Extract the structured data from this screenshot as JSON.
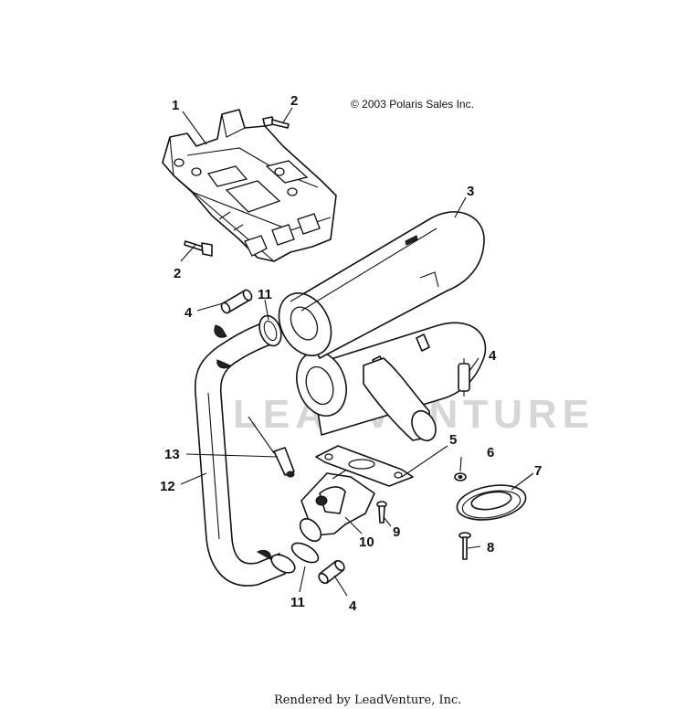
{
  "copyright": "© 2003 Polaris Sales Inc.",
  "watermark": "LEADVENTURE",
  "footer": "Rendered by LeadVenture, Inc.",
  "callouts": {
    "c1": "1",
    "c2a": "2",
    "c2b": "2",
    "c3": "3",
    "c4a": "4",
    "c4b": "4",
    "c4c": "4",
    "c5": "5",
    "c6": "6",
    "c7": "7",
    "c8": "8",
    "c9": "9",
    "c10": "10",
    "c11a": "11",
    "c11b": "11",
    "c12": "12",
    "c13": "13"
  }
}
